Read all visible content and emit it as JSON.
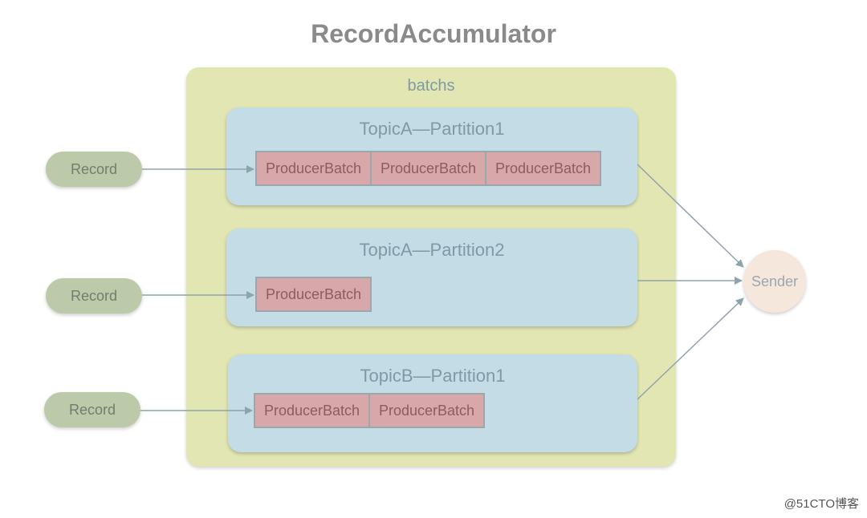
{
  "title": "RecordAccumulator",
  "accumulator": {
    "label": "batchs"
  },
  "partitions": [
    {
      "label": "TopicA—Partition1",
      "batches": [
        "ProducerBatch",
        "ProducerBatch",
        "ProducerBatch"
      ]
    },
    {
      "label": "TopicA—Partition2",
      "batches": [
        "ProducerBatch"
      ]
    },
    {
      "label": "TopicB—Partition1",
      "batches": [
        "ProducerBatch",
        "ProducerBatch"
      ]
    }
  ],
  "records": [
    "Record",
    "Record",
    "Record"
  ],
  "sender": {
    "label": "Sender"
  },
  "watermark": "@51CTO博客",
  "colors": {
    "accumulator_fill": "#e2e6b3",
    "partition_fill": "#c4dce6",
    "batch_fill": "#d8a7aa",
    "record_fill": "#bccaaa",
    "sender_fill": "#f6e7dd",
    "arrow": "#8fa3ab"
  }
}
